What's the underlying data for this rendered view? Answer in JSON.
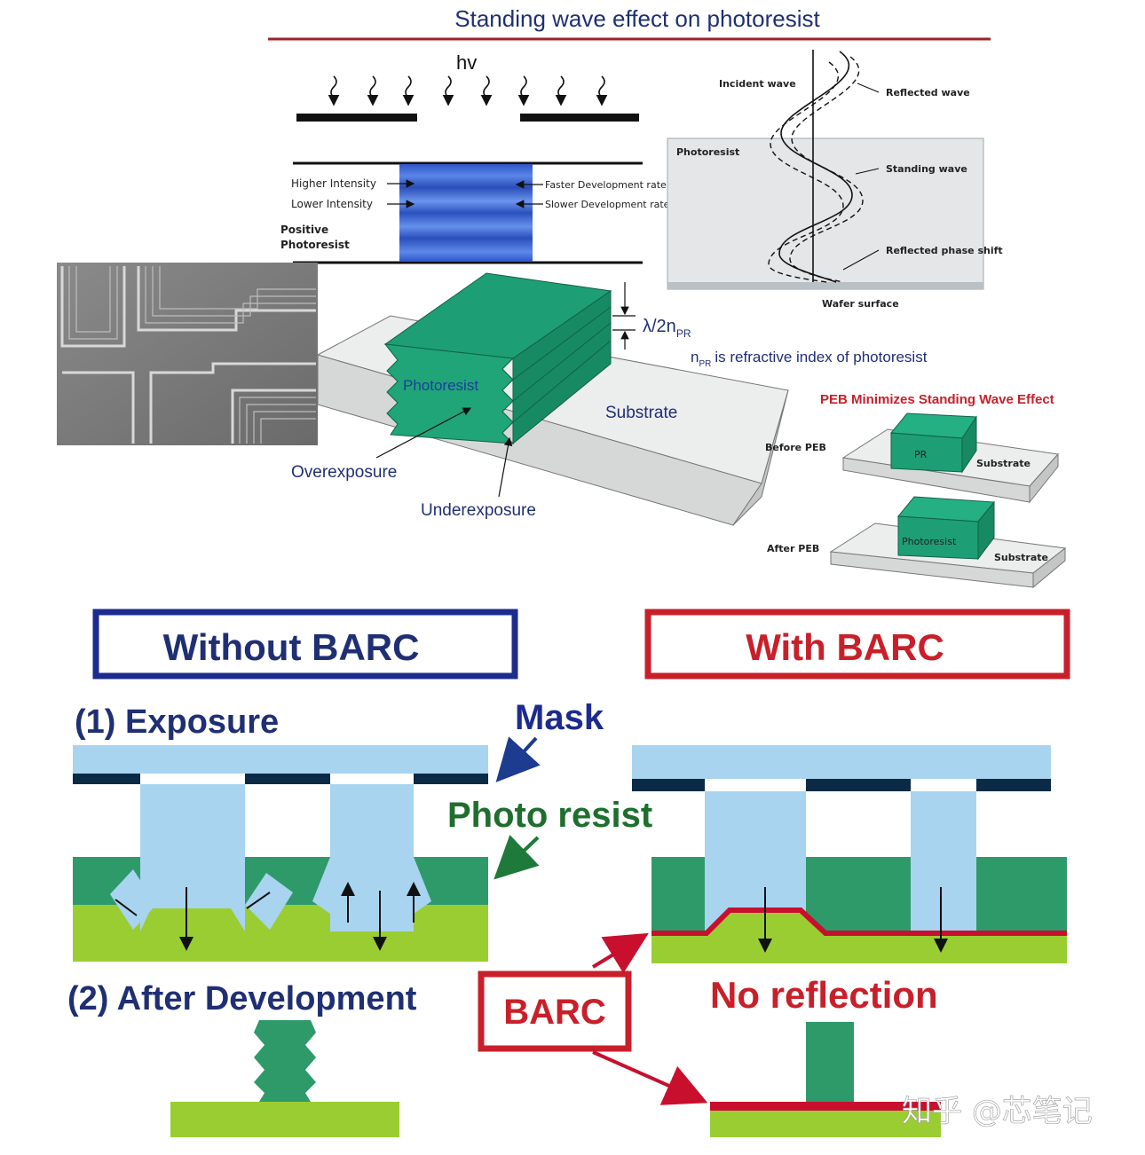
{
  "top": {
    "title": "Standing wave effect on photoresist",
    "hv": "hv",
    "higher_intensity": "Higher Intensity",
    "lower_intensity": "Lower Intensity",
    "positive_photoresist_1": "Positive",
    "positive_photoresist_2": "Photoresist",
    "faster_development": "Faster Development rate",
    "slower_development": "Slower Development rate",
    "wave_panel": {
      "incident_wave": "Incident wave",
      "reflected_wave": "Reflected wave",
      "photoresist": "Photoresist",
      "standing_wave": "Standing wave",
      "reflected_phase_shift": "Reflected phase shift",
      "wafer_surface": "Wafer surface"
    },
    "block": {
      "photoresist": "Photoresist",
      "substrate": "Substrate",
      "overexposure": "Overexposure",
      "underexposure": "Underexposure",
      "period_prefix": "λ/2n",
      "period_sub": "PR",
      "refr_sub": "PR",
      "refr_text": "is refractive index of photoresist",
      "refr_n": "n"
    },
    "peb": {
      "title": "PEB Minimizes Standing Wave Effect",
      "before": "Before PEB",
      "after": "After PEB",
      "pr": "PR",
      "photoresist": "Photoresist",
      "substrate": "Substrate"
    }
  },
  "bottom": {
    "without_barc": "Without BARC",
    "with_barc": "With BARC",
    "exposure": "(1) Exposure",
    "mask": "Mask",
    "photo_resist": "Photo resist",
    "after_development": "(2) After Development",
    "barc": "BARC",
    "no_reflection": "No reflection",
    "watermark": "知乎 @芯笔记"
  },
  "colors": {
    "title_blue": "#1f2f73",
    "accent_red": "#c8202a",
    "without_frame": "#1d2b8f",
    "photoresist_green": "#2e9a6a",
    "block_green": "#1e9e74",
    "substrate_green": "#9acd32",
    "light_blue": "#a8d4f0",
    "mask_dark": "#0b2a45",
    "barc_red": "#c8102e"
  }
}
